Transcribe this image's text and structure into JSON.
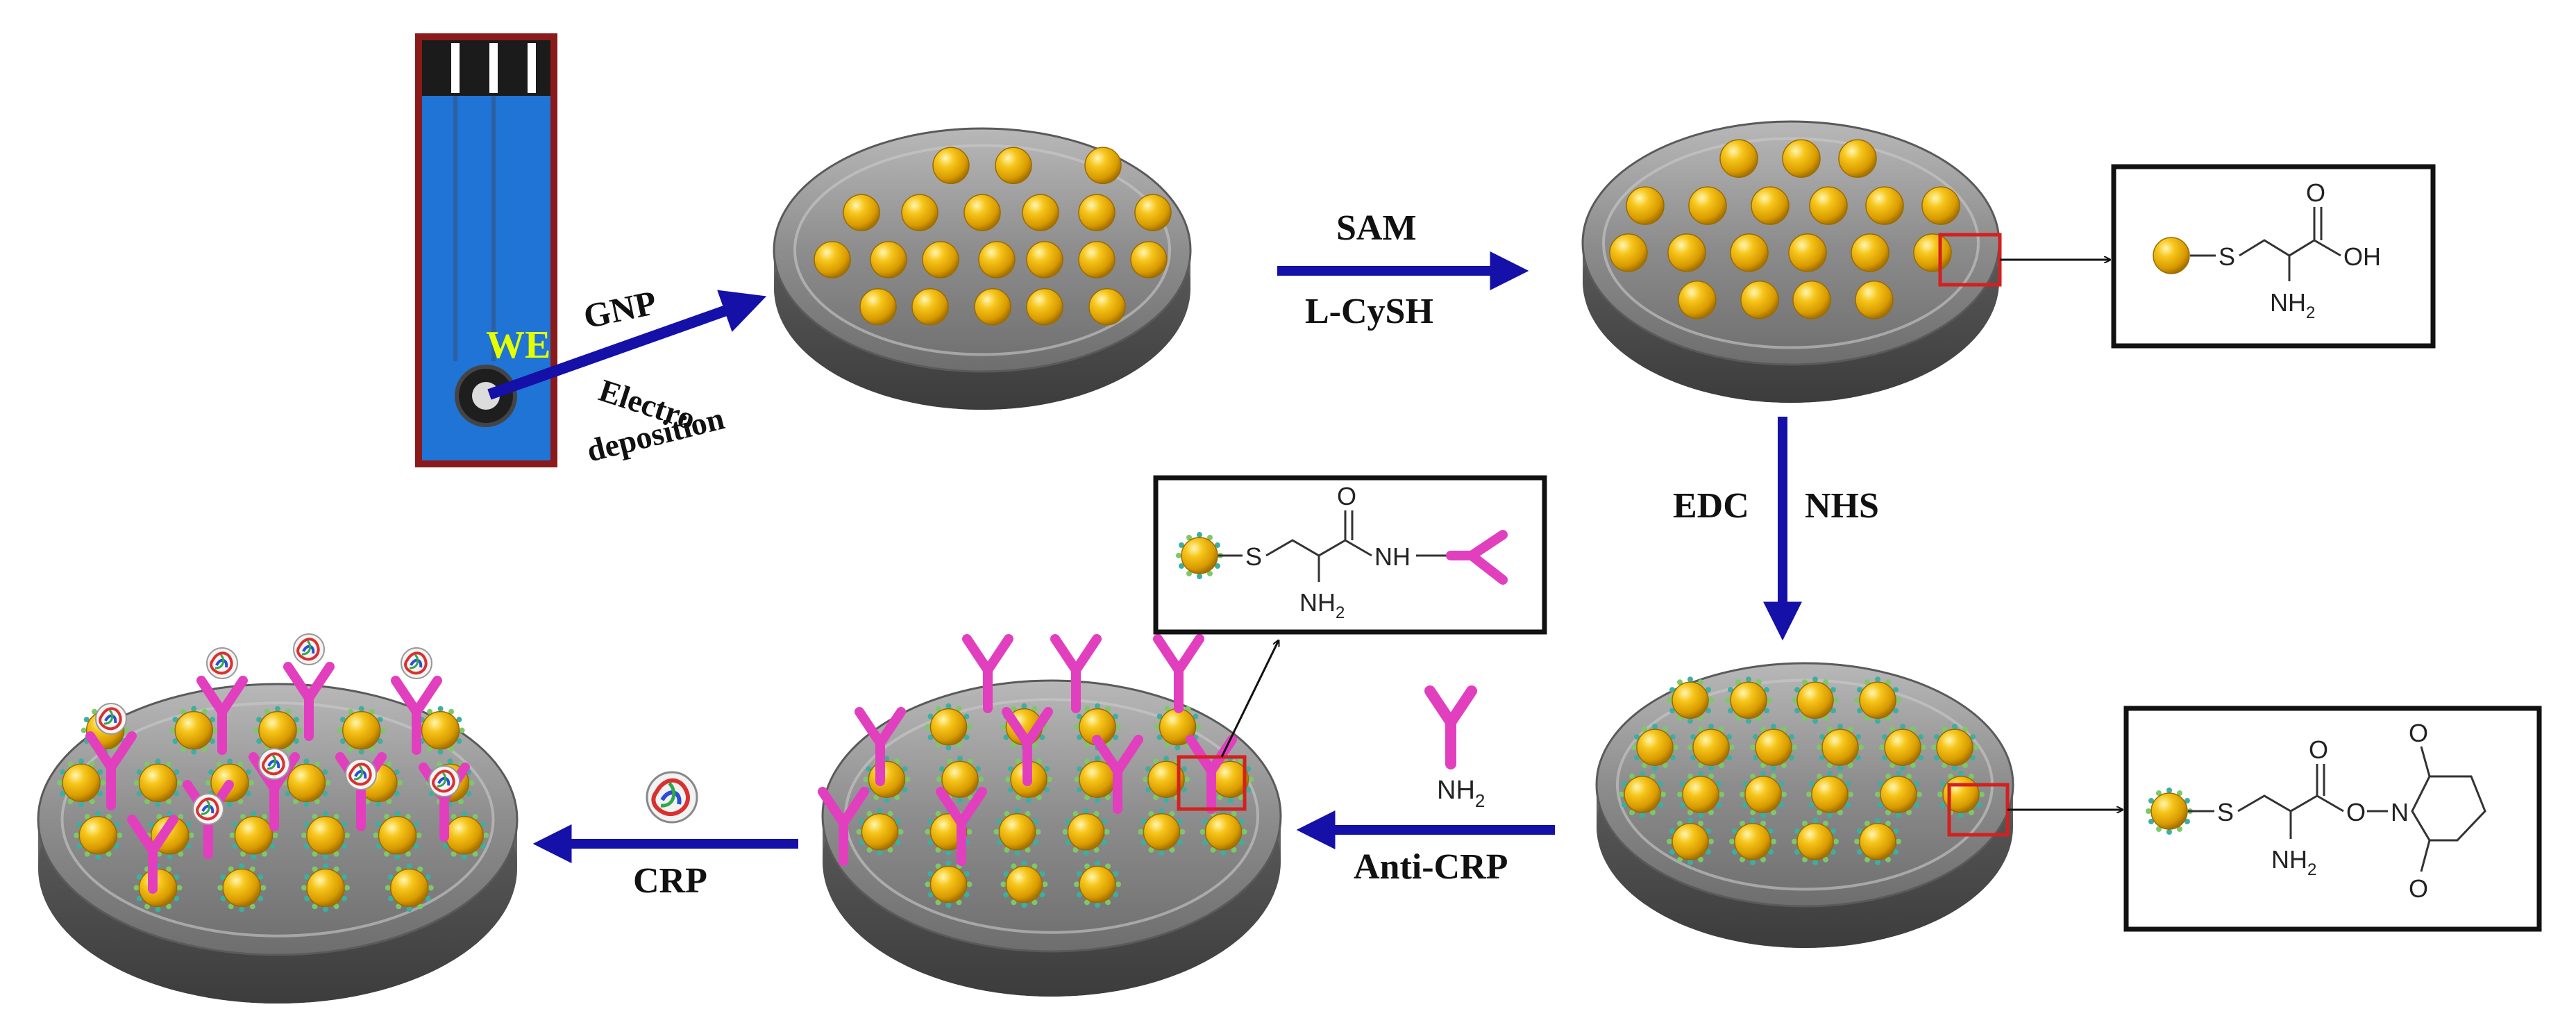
{
  "colors": {
    "arrow": "#1410a8",
    "disk_top": "#8a8a8a",
    "disk_side": "#5e5e5e",
    "gold": "#f2b705",
    "antibody": "#e23fbf",
    "electrode_blue": "#1f74d6",
    "electrode_border": "#8b1a1a",
    "highlight_box": "#d42020"
  },
  "labels": {
    "we": "WE",
    "gnp": "GNP",
    "electro": "Electro",
    "deposition": "deposition",
    "sam": "SAM",
    "lcysh": "L-CySH",
    "edc": "EDC",
    "nhs": "NHS",
    "anti_crp": "Anti-CRP",
    "crp": "CRP"
  },
  "chem": {
    "s": "S",
    "nh": "NH",
    "nh2": "NH",
    "sub2": "2",
    "oh": "OH",
    "o": "O",
    "n": "N"
  },
  "icons": {
    "electrode": "screen-printed-electrode",
    "gold_nanoparticle": "gold-sphere-icon",
    "antibody": "y-shaped-antibody-icon",
    "protein": "crp-protein-icon"
  }
}
